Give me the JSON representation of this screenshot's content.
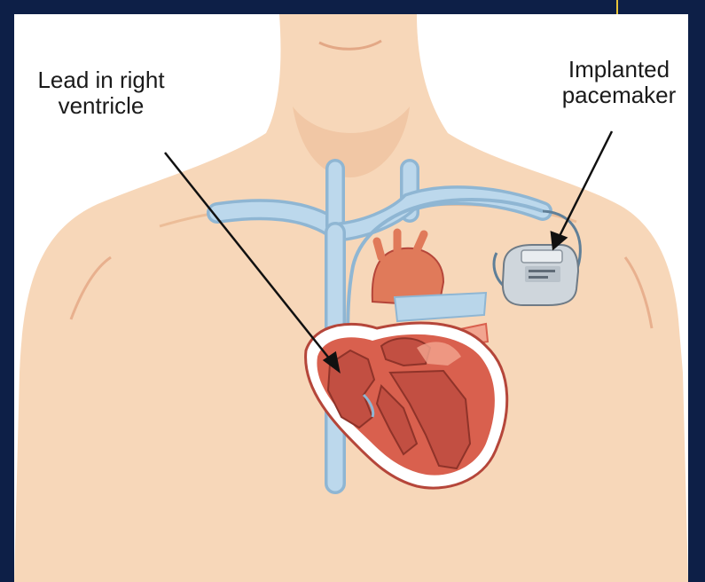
{
  "labels": {
    "lead": [
      "Lead in right",
      "ventricle"
    ],
    "pacemaker": [
      "Implanted",
      "pacemaker"
    ]
  },
  "colors": {
    "background": "#0d1f47",
    "skin": "#f7d7b9",
    "skin_shadow": "#ecbd98",
    "vein": "#b9d6ea",
    "heart": "#d9604e",
    "heart_dark": "#b5463a",
    "heart_light": "#f2a590",
    "device": "#cfd6dc"
  }
}
